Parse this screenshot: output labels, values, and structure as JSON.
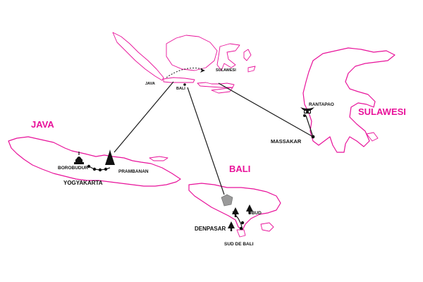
{
  "regions": {
    "java": "JAVA",
    "bali": "BALI",
    "sulawesi": "SULAWESI"
  },
  "places": {
    "borobudur": "BOROBUDUR",
    "prambanan": "PRAMBANAN",
    "yogyakarta": "YOGYAKARTA",
    "massakar": "MASSAKAR",
    "rantapao": "RANTAPAO",
    "ubud": "UBUD",
    "denpasar": "DENPASAR",
    "sud_de_bali": "SUD DE BALI"
  },
  "overview": {
    "java": "JAVA",
    "bali": "BALI",
    "sulawesi": "SULAWESI"
  },
  "colors": {
    "accent": "#e8129a",
    "ink": "#111111"
  },
  "icons": [
    "temple-icon",
    "stupa-icon",
    "tongkonan-house-icon",
    "tree-icon",
    "route-node-icon"
  ]
}
